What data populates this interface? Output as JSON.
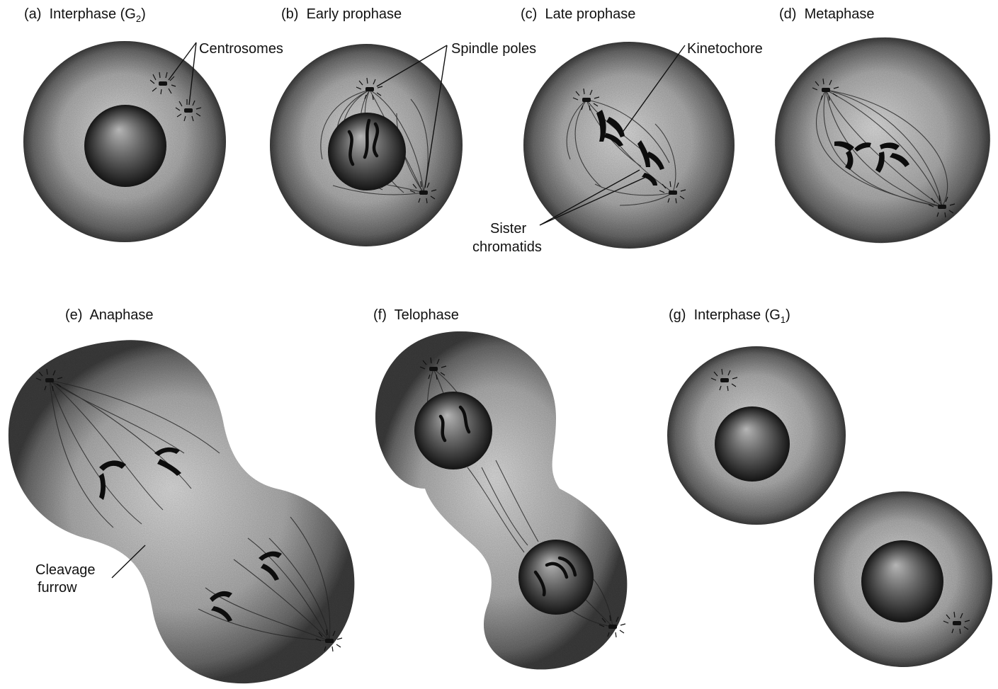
{
  "panels": [
    {
      "id": "a",
      "tag": "(a)",
      "name": "Interphase (G",
      "sub": "2",
      "close": ")"
    },
    {
      "id": "b",
      "tag": "(b)",
      "name": "Early prophase",
      "sub": "",
      "close": ""
    },
    {
      "id": "c",
      "tag": "(c)",
      "name": "Late prophase",
      "sub": "",
      "close": ""
    },
    {
      "id": "d",
      "tag": "(d)",
      "name": "Metaphase",
      "sub": "",
      "close": ""
    },
    {
      "id": "e",
      "tag": "(e)",
      "name": "Anaphase",
      "sub": "",
      "close": ""
    },
    {
      "id": "f",
      "tag": "(f)",
      "name": "Telophase",
      "sub": "",
      "close": ""
    },
    {
      "id": "g",
      "tag": "(g)",
      "name": "Interphase (G",
      "sub": "1",
      "close": ")"
    }
  ],
  "annotations": {
    "centrosomes": "Centrosomes",
    "spindle_poles": "Spindle poles",
    "kinetochore": "Kinetochore",
    "sister_line1": "Sister",
    "sister_line2": "chromatids",
    "cleavage_line1": "Cleavage",
    "cleavage_line2": "furrow"
  },
  "colors": {
    "cytoplasm_light": "#d9d9d9",
    "cytoplasm_dark": "#3c3c3c",
    "nucleus_light": "#b5b5b5",
    "nucleus_dark": "#141414",
    "ink": "#111111"
  }
}
